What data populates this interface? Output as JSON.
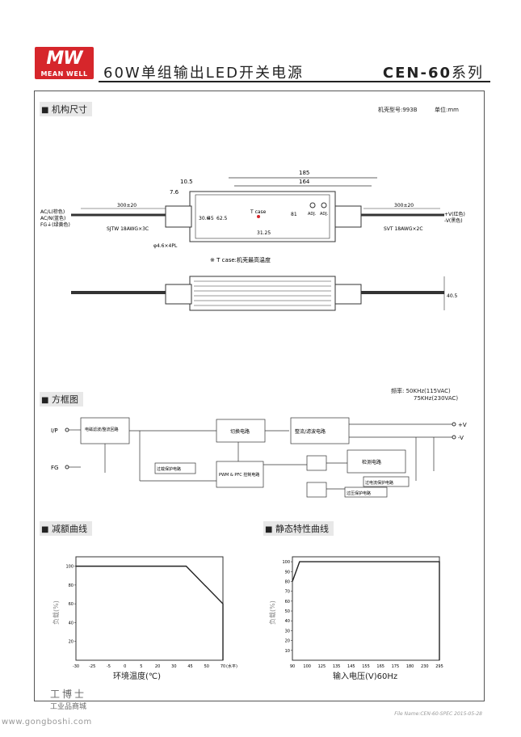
{
  "header": {
    "logo_text": "MEAN WELL",
    "title": "60W单组输出LED开关电源",
    "model": "CEN-60",
    "model_suffix": "系列"
  },
  "mech": {
    "section_title": "机构尺寸",
    "case_info": "机壳型号:993B",
    "unit": "单位:mm",
    "dims": [
      "185",
      "164",
      "10.5",
      "7.6",
      "300±20",
      "300±20",
      "30.6",
      "45",
      "62.5",
      "81",
      "31.25",
      "40.5"
    ],
    "tcase_label": "T case",
    "tcase_note": "※ T case:机壳最高温度",
    "mount": "φ4.6×4PL",
    "input_labels": [
      "AC/L(棕色)",
      "AC/N(蓝色)",
      "FG⏚(绿黄色)"
    ],
    "input_cable": "SJTW 18AWG×3C",
    "output_labels": [
      "+V(红色)",
      "-V(黑色)"
    ],
    "output_cable": "SVT 18AWG×2C",
    "adj": [
      "ADJ.",
      "ADJ."
    ]
  },
  "block": {
    "section_title": "方框图",
    "freq": [
      "频率: 50KHz(115VAC)",
      "75KHz(230VAC)"
    ],
    "ip": "I/P",
    "fg": "FG",
    "blocks": [
      "电磁滤波/整流回路",
      "切换电路",
      "整流/滤波电路",
      "过载保护电路",
      "PWM & PFC 控制电路",
      "检测电路",
      "过电流保护电路",
      "过压保护电路"
    ],
    "outputs": [
      "+V",
      "-V"
    ]
  },
  "derating": {
    "section_title": "减额曲线",
    "xlabel": "环境温度(℃)",
    "ylabel": "负载(%)",
    "x_suffix": "(水平)"
  },
  "static": {
    "section_title": "静态特性曲线",
    "xlabel": "输入电压(V)60Hz",
    "ylabel": "负载(%)"
  },
  "chart_data": [
    {
      "type": "line",
      "x": [
        -30,
        45,
        70,
        70
      ],
      "y": [
        100,
        100,
        60,
        0
      ],
      "xticks": [
        "-30",
        "-25",
        "-5",
        "0",
        "5",
        "20",
        "30",
        "45",
        "50",
        "70"
      ],
      "yticks": [
        "20",
        "40",
        "60",
        "80",
        "100"
      ],
      "xlabel": "环境温度(℃)",
      "ylabel": "负载(%)",
      "ylim": [
        0,
        110
      ]
    },
    {
      "type": "line",
      "x": [
        90,
        100,
        295,
        295
      ],
      "y": [
        80,
        100,
        100,
        0
      ],
      "xticks": [
        "90",
        "100",
        "125",
        "135",
        "145",
        "155",
        "165",
        "175",
        "180",
        "230",
        "295"
      ],
      "yticks": [
        "10",
        "20",
        "30",
        "40",
        "50",
        "60",
        "70",
        "80",
        "90",
        "100"
      ],
      "xlabel": "输入电压(V)60Hz",
      "ylabel": "负载(%)",
      "ylim": [
        0,
        105
      ]
    }
  ],
  "footer": {
    "file": "File Name:CEN-60-SPEC   2015-05-28",
    "watermark": "工博士",
    "watermark_sub": "工业品商城",
    "url": "www.gongboshi.com"
  }
}
